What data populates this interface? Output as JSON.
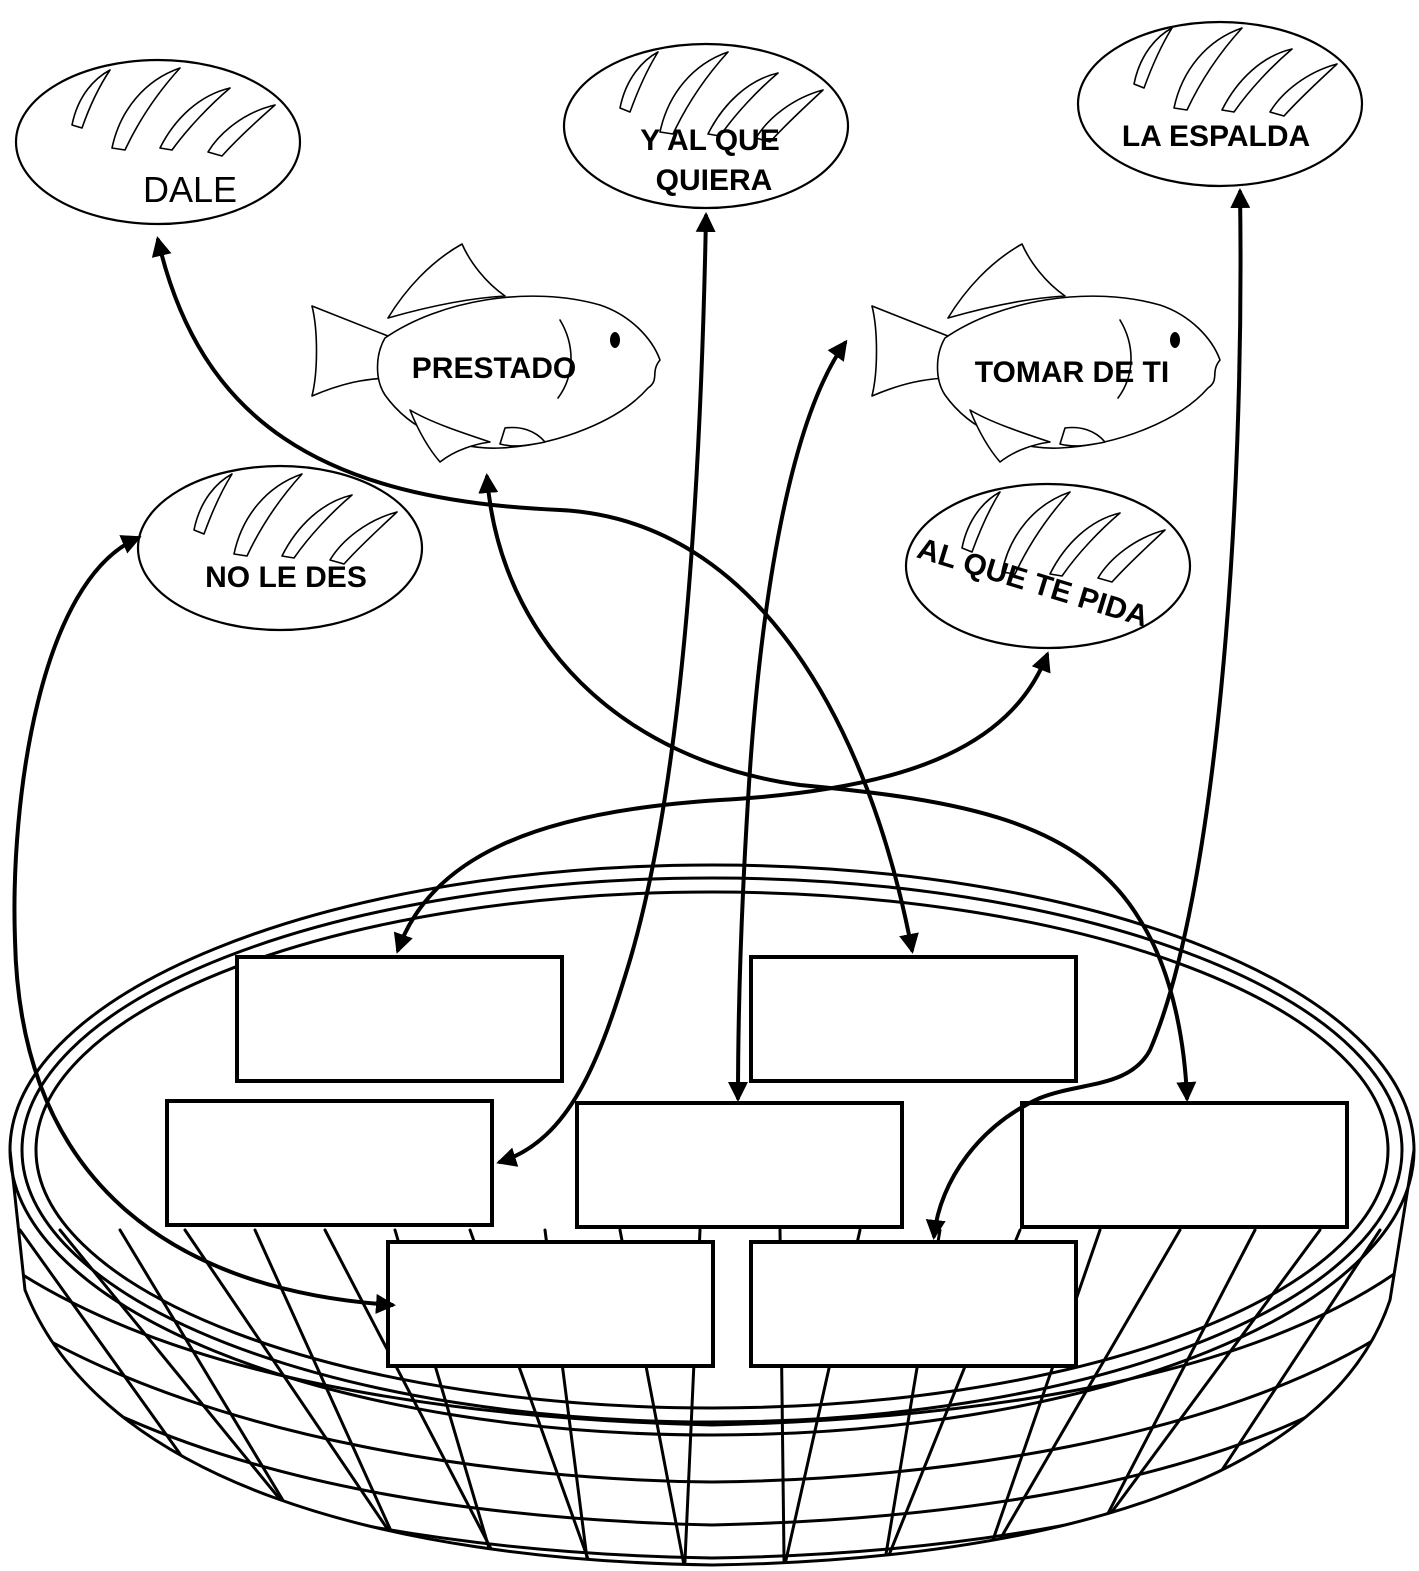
{
  "pieces": {
    "dale": "DALE",
    "y_al_que": "Y AL QUE",
    "quiera": "QUIERA",
    "la_espalda": "LA ESPALDA",
    "prestado": "PRESTADO",
    "tomar_de_ti": "TOMAR DE TI",
    "no_le_des": "NO LE DES",
    "al_que_te_pida": "AL QUE TE PIDA"
  },
  "answer_boxes_count": 7
}
